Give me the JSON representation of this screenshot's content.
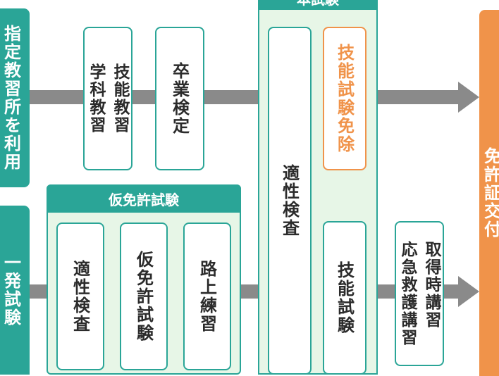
{
  "route_top": {
    "label": "指定教習所を利用",
    "steps": [
      "技能教習\n学科教習",
      "卒業検定"
    ]
  },
  "route_bottom": {
    "label": "一発試験",
    "provisional_group": {
      "title": "仮免許試験",
      "steps": [
        "適性検査",
        "仮免許試験",
        "路上練習"
      ]
    },
    "post_step": "取得時講習\n応急救護講習"
  },
  "main_exam": {
    "title": "本試験",
    "aptitude": "適性検査",
    "skill_exempt": "技能試験免除",
    "skill_test": "技能試験"
  },
  "result": "免許証交付",
  "colors": {
    "teal": "#2aa597",
    "pale_green": "#e7f6e7",
    "orange": "#f0934a",
    "arrow_gray": "#8a8a8a"
  }
}
